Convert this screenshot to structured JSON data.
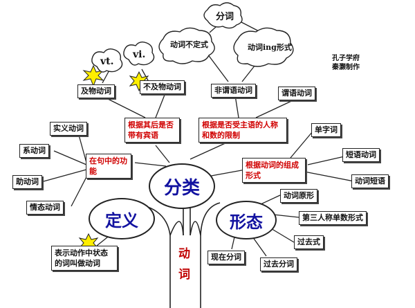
{
  "center": {
    "label": "分类"
  },
  "definition": {
    "label": "定义",
    "text": "表示动作中状态的词叫做动词"
  },
  "forms": {
    "label": "形态",
    "items": [
      "动词原形",
      "第三人称单数形式",
      "过去式",
      "过去分词",
      "现在分词"
    ]
  },
  "trunk": {
    "label1": "动",
    "label2": "词"
  },
  "criteria": {
    "position": {
      "label": "在句中的功能",
      "items": [
        "实义动词",
        "系动词",
        "助动词",
        "情态动词"
      ]
    },
    "object": {
      "label": "根据其后是否带有宾语",
      "items": [
        "及物动词",
        "不及物动词"
      ]
    },
    "subject": {
      "label": "根据是否受主语的人称和数的限制",
      "items": [
        "非谓语动词",
        "谓语动词"
      ]
    },
    "composition": {
      "label": "根据动词的组成形式",
      "items": [
        "单字词",
        "短语动词",
        "动词短语"
      ]
    }
  },
  "clouds": {
    "vt": "vt.",
    "vi": "vi.",
    "participle": "分词",
    "infinitive": "动词不定式",
    "gerund": "动词ing形式"
  },
  "credit": {
    "line1": "孔子学府",
    "line2": "秦灏制作"
  },
  "colors": {
    "ink": "#222222",
    "red": "#d00000",
    "blue": "#1212a0",
    "star": "#ffee00"
  }
}
